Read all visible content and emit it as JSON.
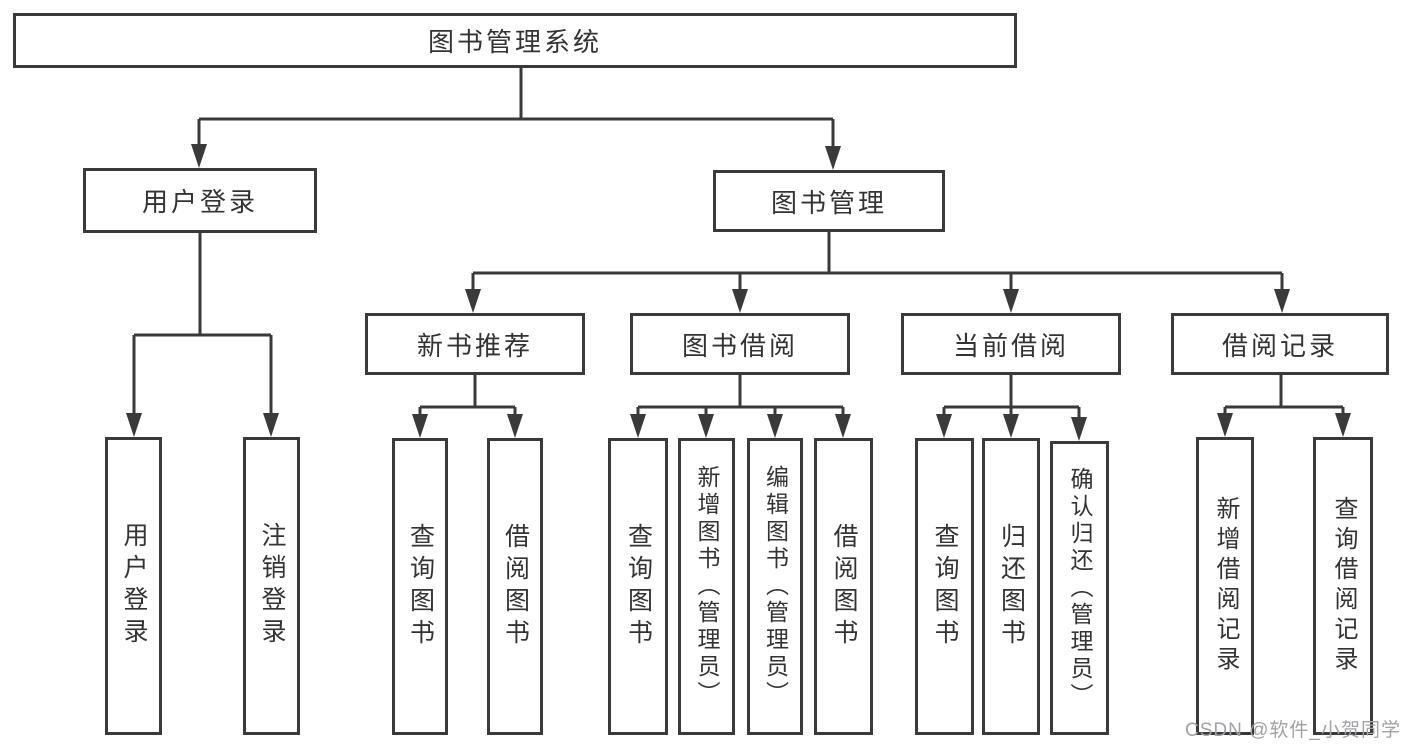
{
  "tree": {
    "label": "图书管理系统",
    "children": [
      {
        "label": "用户登录",
        "children": [
          {
            "label": "用户登录"
          },
          {
            "label": "注销登录"
          }
        ]
      },
      {
        "label": "图书管理",
        "children": [
          {
            "label": "新书推荐",
            "children": [
              {
                "label": "查询图书"
              },
              {
                "label": "借阅图书"
              }
            ]
          },
          {
            "label": "图书借阅",
            "children": [
              {
                "label": "查询图书"
              },
              {
                "label": "新增图书（管理员）"
              },
              {
                "label": "编辑图书（管理员）"
              },
              {
                "label": "借阅图书"
              }
            ]
          },
          {
            "label": "当前借阅",
            "children": [
              {
                "label": "查询图书"
              },
              {
                "label": "归还图书"
              },
              {
                "label": "确认归还（管理员）"
              }
            ]
          },
          {
            "label": "借阅记录",
            "children": [
              {
                "label": "新增借阅记录"
              },
              {
                "label": "查询借阅记录"
              }
            ]
          }
        ]
      }
    ]
  },
  "watermark": "CSDN @软件_小贺同学",
  "colors": {
    "line": "#3a3a3a",
    "text": "#333333",
    "watermark": "#a2a2a6",
    "background": "#ffffff"
  }
}
